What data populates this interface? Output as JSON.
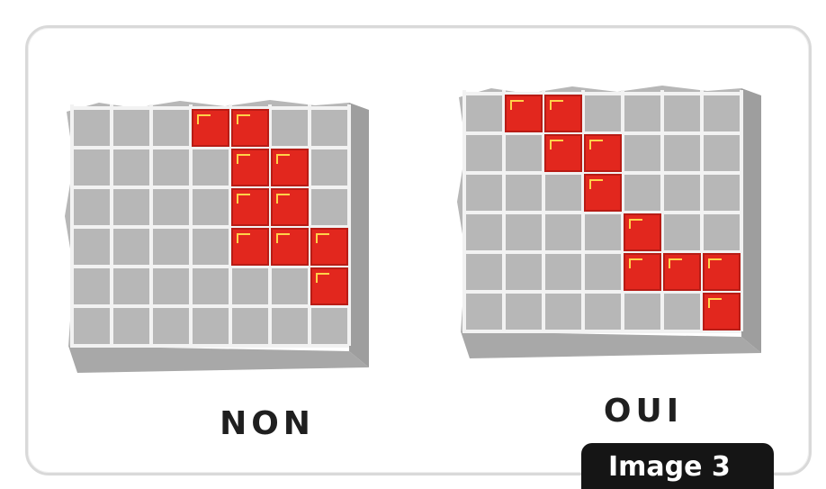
{
  "panels": [
    {
      "id": "non",
      "label": "NON",
      "grid": {
        "cols": 7,
        "rows": 6
      },
      "red_cells": [
        [
          4,
          1
        ],
        [
          5,
          1
        ],
        [
          5,
          2
        ],
        [
          6,
          2
        ],
        [
          5,
          3
        ],
        [
          6,
          3
        ],
        [
          5,
          4
        ],
        [
          6,
          4
        ],
        [
          7,
          4
        ],
        [
          7,
          5
        ]
      ]
    },
    {
      "id": "oui",
      "label": "OUI",
      "grid": {
        "cols": 7,
        "rows": 6
      },
      "red_cells": [
        [
          2,
          1
        ],
        [
          3,
          1
        ],
        [
          3,
          2
        ],
        [
          4,
          2
        ],
        [
          4,
          3
        ],
        [
          5,
          4
        ],
        [
          5,
          5
        ],
        [
          6,
          5
        ],
        [
          7,
          5
        ],
        [
          7,
          6
        ]
      ]
    }
  ],
  "badge": {
    "text": "Image 3"
  },
  "colors": {
    "grid_fill": "#b7b7b7",
    "grid_lines": "#f2f2f2",
    "red": "#e2271e",
    "red_dark": "#b81c15",
    "badge_bg": "#151515",
    "caption": "#1f1f1f"
  }
}
